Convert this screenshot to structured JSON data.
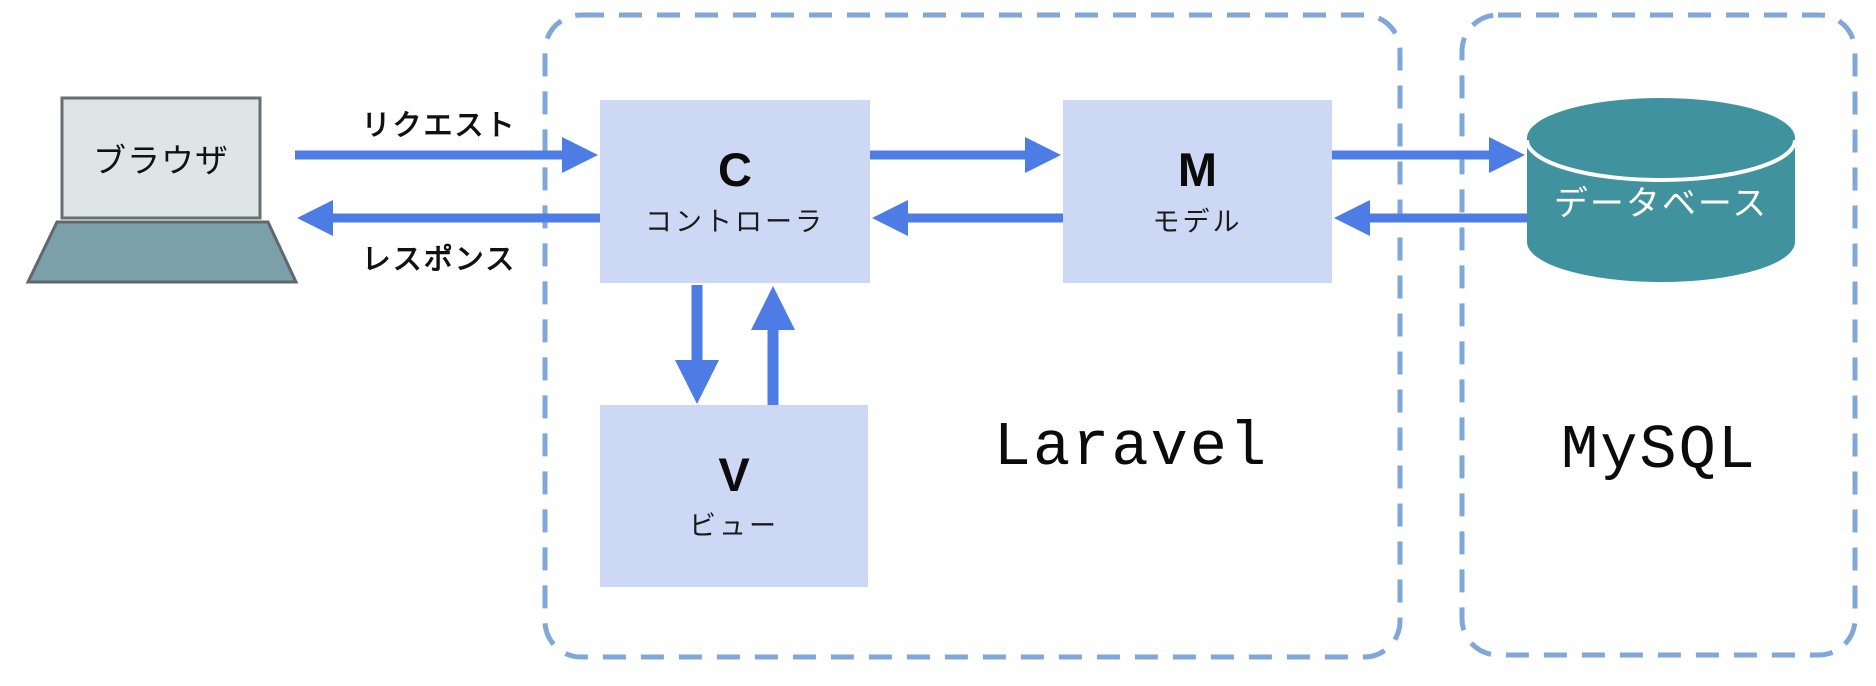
{
  "diagram": {
    "browser": {
      "label": "ブラウザ"
    },
    "flows": {
      "request_label": "リクエスト",
      "response_label": "レスポンス"
    },
    "laravel": {
      "zone_label": "Laravel",
      "controller": {
        "letter": "C",
        "label": "コントローラ"
      },
      "model": {
        "letter": "M",
        "label": "モデル"
      },
      "view": {
        "letter": "V",
        "label": "ビュー"
      }
    },
    "mysql": {
      "zone_label": "MySQL",
      "database": {
        "label": "データベース"
      }
    },
    "colors": {
      "arrow_blue": "#4d7ce4",
      "dashed_frame_blue": "#7fa8d9",
      "node_box_fill": "#cdd9f4",
      "database_teal": "#40929e",
      "laptop_screen_fill": "#dde5e7",
      "laptop_keyboard_fill": "#7ba0a9"
    }
  }
}
